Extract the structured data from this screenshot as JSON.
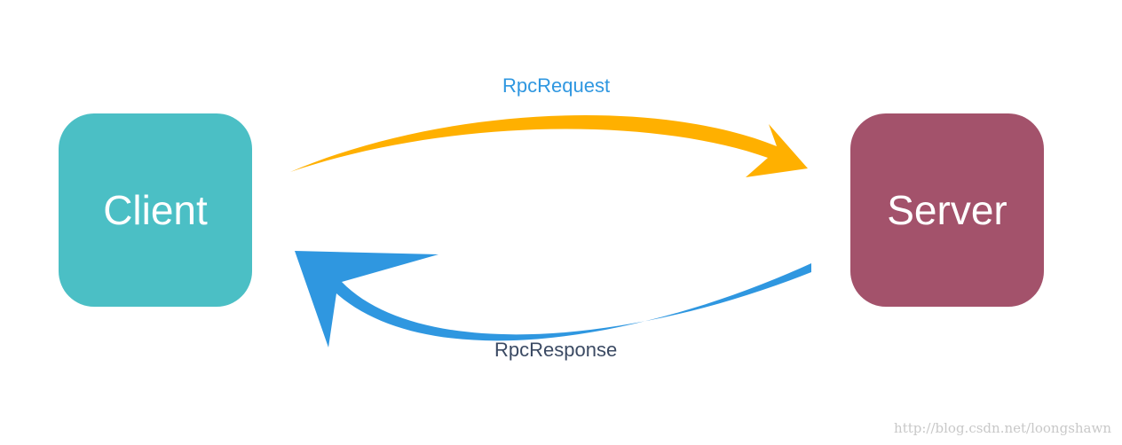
{
  "nodes": {
    "client": {
      "label": "Client",
      "color": "#4bbfc5"
    },
    "server": {
      "label": "Server",
      "color": "#a3526b"
    }
  },
  "edges": {
    "request": {
      "label": "RpcRequest",
      "color": "#ffb000",
      "label_color": "#2f97e0"
    },
    "response": {
      "label": "RpcResponse",
      "color": "#2f97e0",
      "label_color": "#3b4a63"
    }
  },
  "watermark": "http://blog.csdn.net/loongshawn"
}
